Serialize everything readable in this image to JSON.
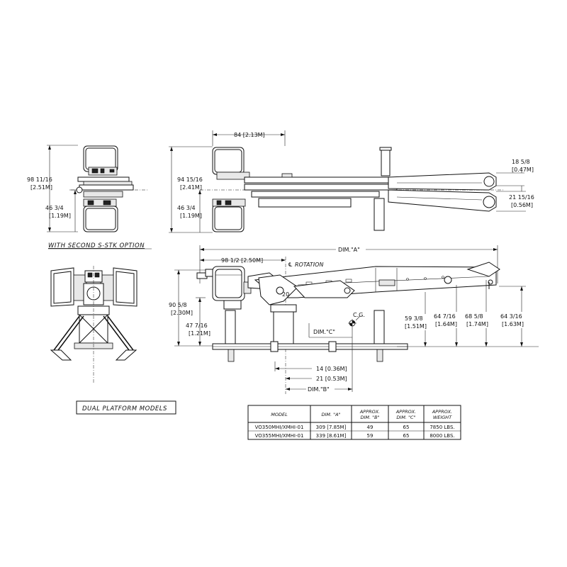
{
  "top_left_view": {
    "height_overall": "98 11/16",
    "height_overall_metric": "[2.51M]",
    "height_lower": "46 3/4",
    "height_lower_metric": "[1.19M]",
    "caption": "WITH SECOND S-STK OPTION"
  },
  "top_side_view": {
    "width_top": "84 [2.13M]",
    "height_overall": "94 15/16",
    "height_overall_metric": "[2.41M]",
    "height_lower": "46 3/4",
    "height_lower_metric": "[1.19M]",
    "right_top": "18 5/8",
    "right_top_metric": "[0.47M]",
    "right_bottom": "21 15/16",
    "right_bottom_metric": "[0.56M]"
  },
  "main_view": {
    "dim_a": "DIM.\"A\"",
    "dim_rotation_offset": "98 1/2 [2.50M]",
    "rotation_label": "ROTATION",
    "cg_label": "C.G.",
    "dim_c": "DIM.\"C\"",
    "dim_b": "DIM.\"B\"",
    "height_overall": "90 5/8",
    "height_overall_metric": "[2.30M]",
    "height_lower": "47 7/16",
    "height_lower_metric": "[1.21M]",
    "h1": "59 3/8",
    "h1_metric": "[1.51M]",
    "h2": "64 7/16",
    "h2_metric": "[1.64M]",
    "h3": "68 5/8",
    "h3_metric": "[1.74M]",
    "h4": "64 3/16",
    "h4_metric": "[1.63M]",
    "bottom_14": "14 [0.36M]",
    "bottom_21": "21 [0.53M]",
    "turret_mark": "20"
  },
  "caption_dual": "DUAL PLATFORM MODELS",
  "table": {
    "headers": [
      "MODEL",
      "DIM. \"A\"",
      "APPROX.\nDIM. \"B\"",
      "APPROX.\nDIM. \"C\"",
      "APPROX.\nWEIGHT"
    ],
    "rows": [
      [
        "VO350MHI/XMHI-01",
        "309 [7.85M]",
        "49",
        "65",
        "7850 LBS."
      ],
      [
        "VO355MHI/XMHI-01",
        "339 [8.61M]",
        "59",
        "65",
        "8000 LBS."
      ]
    ]
  }
}
